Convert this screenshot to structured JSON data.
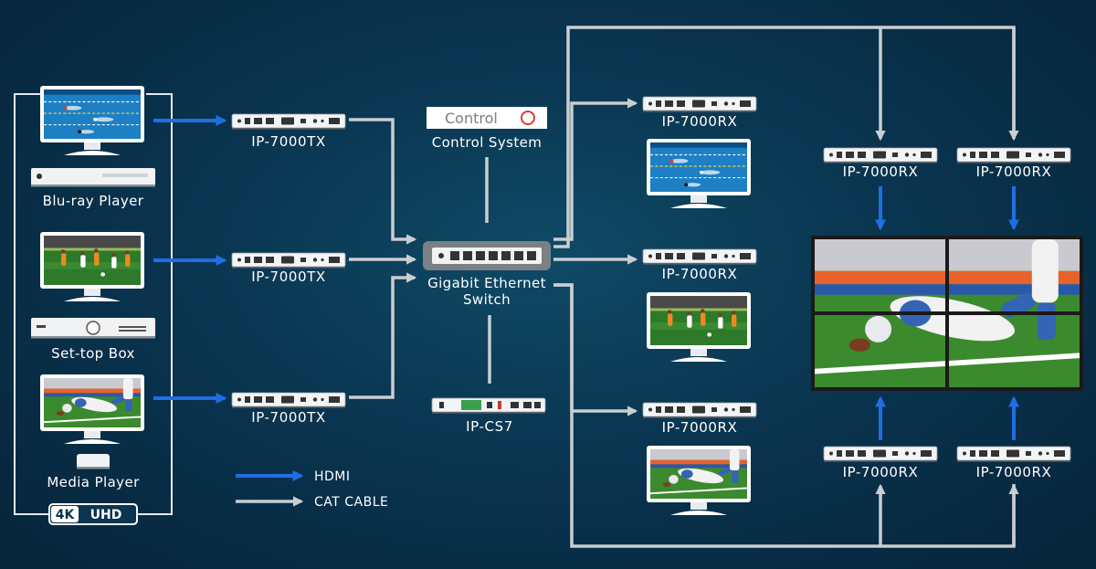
{
  "sources": [
    {
      "label": "Blu-ray Player",
      "screen": "swimming"
    },
    {
      "label": "Set-top Box",
      "screen": "soccer"
    },
    {
      "label": "Media Player",
      "screen": "football"
    }
  ],
  "badge": {
    "prefix": "4K",
    "suffix": "UHD"
  },
  "transmitters": [
    "IP-7000TX",
    "IP-7000TX",
    "IP-7000TX"
  ],
  "control": {
    "brand": "Control",
    "label": "Control System"
  },
  "switch": {
    "label_line1": "Gigabit Ethernet",
    "label_line2": "Switch"
  },
  "controller": {
    "label": "IP-CS7"
  },
  "receivers": [
    "IP-7000RX",
    "IP-7000RX",
    "IP-7000RX"
  ],
  "wall_receivers": [
    "IP-7000RX",
    "IP-7000RX",
    "IP-7000RX",
    "IP-7000RX"
  ],
  "legend": {
    "hdmi": "HDMI",
    "cat": "CAT CABLE"
  },
  "colors": {
    "hdmi": "#1e6fe6",
    "cat": "#c9ced2",
    "background": "#0a3550"
  }
}
